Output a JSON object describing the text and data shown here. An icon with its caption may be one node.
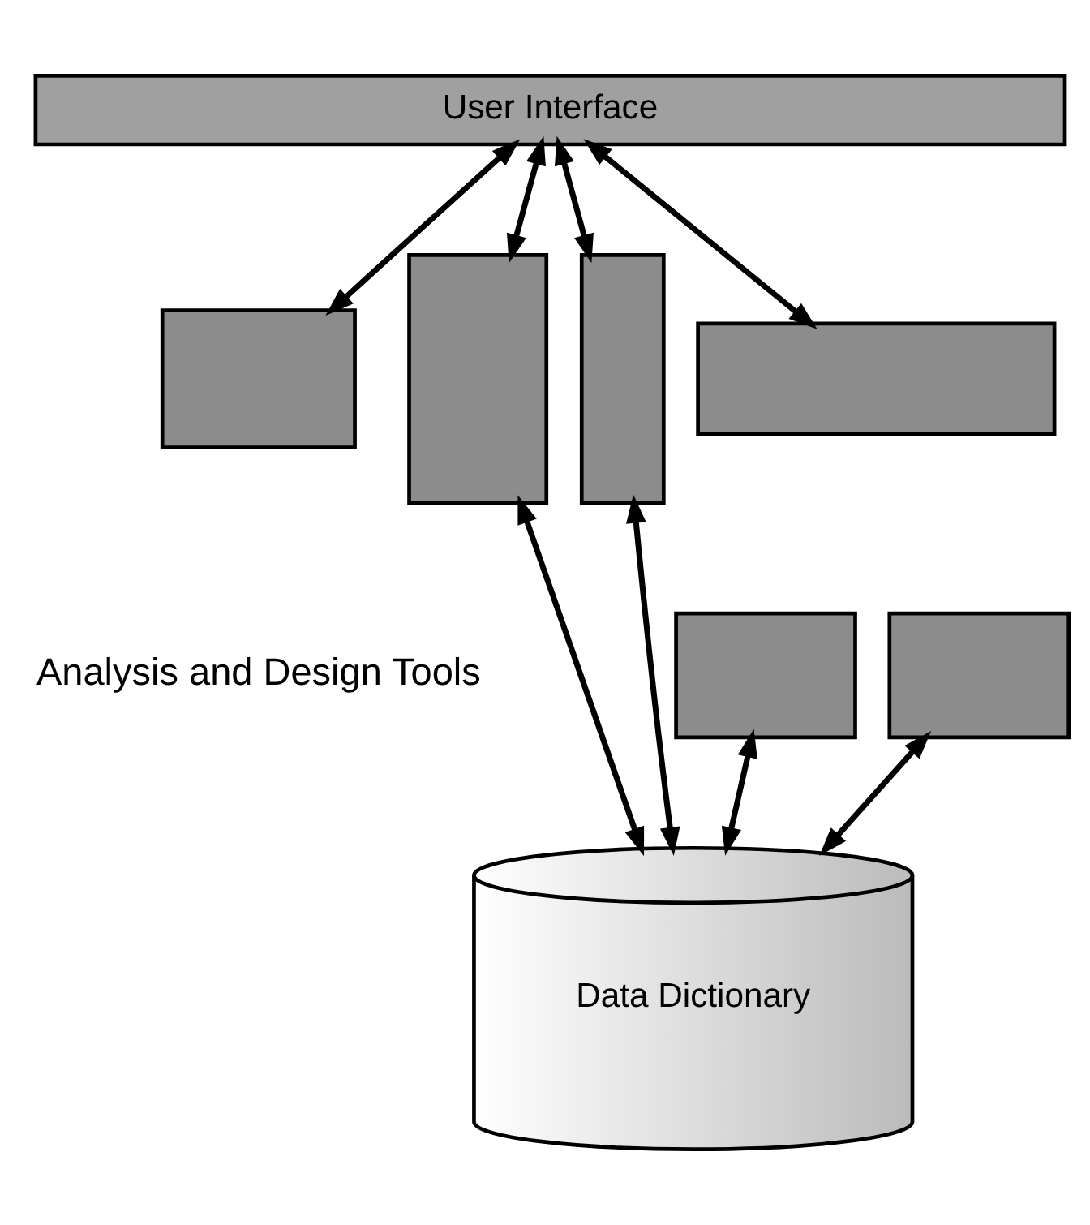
{
  "diagram": {
    "nodes": [
      {
        "text": [
          "User Interface"
        ]
      },
      {
        "text": [],
        "shape": "box"
      },
      {
        "text": [],
        "shape": "box"
      },
      {
        "text": [],
        "shape": "box"
      },
      {
        "text": [],
        "shape": "box"
      },
      {
        "text": [],
        "shape": "box"
      },
      {
        "text": [],
        "shape": "box"
      },
      {
        "text": [
          "Data Dictionary"
        ]
      }
    ],
    "edges": [
      {
        "from": 0,
        "to": 1,
        "arrow": "both"
      },
      {
        "from": 0,
        "to": 2,
        "arrow": "both"
      },
      {
        "from": 0,
        "to": 3,
        "arrow": "both"
      },
      {
        "from": 0,
        "to": 4,
        "arrow": "both"
      },
      {
        "from": 2,
        "to": 7,
        "arrow": "both"
      },
      {
        "from": 3,
        "to": 7,
        "arrow": "both"
      },
      {
        "from": 5,
        "to": 7,
        "arrow": "both"
      },
      {
        "from": 6,
        "to": 7,
        "arrow": "both"
      }
    ],
    "labels": [
      "Analysis and Design Tools"
    ]
  }
}
